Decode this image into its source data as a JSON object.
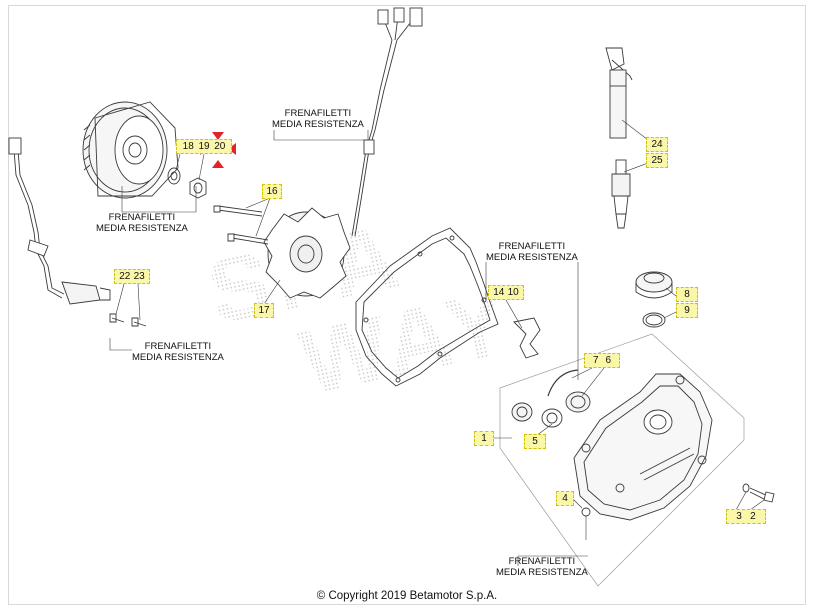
{
  "labels": {
    "frenafiletti_top": {
      "l1": "FRENAFILETTI",
      "l2": "MEDIA RESISTENZA"
    },
    "frenafiletti_flywheel": {
      "l1": "FRENAFILETTI",
      "l2": "MEDIA RESISTENZA"
    },
    "frenafiletti_left": {
      "l1": "FRENAFILETTI",
      "l2": "MEDIA RESISTENZA"
    },
    "frenafiletti_gasket": {
      "l1": "FRENAFILETTI",
      "l2": "MEDIA RESISTENZA"
    },
    "frenafiletti_bottom": {
      "l1": "FRENAFILETTI",
      "l2": "MEDIA RESISTENZA"
    }
  },
  "callouts": {
    "c18_19_20": [
      "18",
      "19",
      "20"
    ],
    "c16": [
      "16"
    ],
    "c17": [
      "17"
    ],
    "c22_23": [
      "22",
      "23"
    ],
    "c14_10": [
      "14",
      "10"
    ],
    "c24": [
      "24"
    ],
    "c25": [
      "25"
    ],
    "c8": [
      "8"
    ],
    "c9": [
      "9"
    ],
    "c7_6": [
      "7",
      "6"
    ],
    "c1": [
      "1"
    ],
    "c5": [
      "5"
    ],
    "c4": [
      "4"
    ],
    "c3_2": [
      "3",
      "2"
    ]
  },
  "watermark": {
    "line1": "SPA",
    "line2": "WAY"
  },
  "copyright": "© Copyright 2019 Betamotor S.p.A.",
  "colors": {
    "line": "#3a3a3a",
    "callout_fill": "#fbf7a8",
    "callout_border": "#d2c300",
    "highlight": "#e0242a"
  }
}
